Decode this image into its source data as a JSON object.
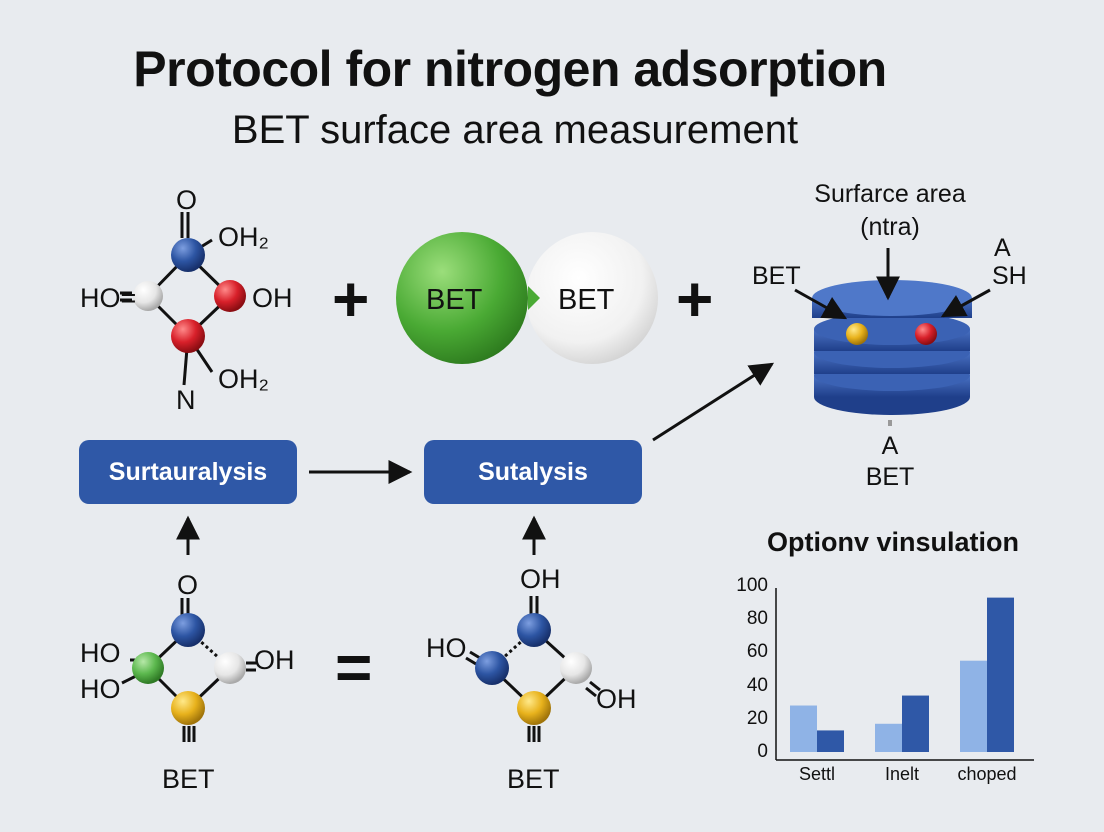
{
  "header": {
    "title": "Protocol for nitrogen adsorption",
    "subtitle": "BET surface area measurement"
  },
  "molecules": {
    "top_left": {
      "o": "O",
      "oh2_top": "OH₂",
      "ho": "HO=",
      "oh": "OH",
      "oh2_bottom": "OH₂",
      "n": "N"
    },
    "bottom_left": {
      "o": "O",
      "ho1": "HO",
      "ho2": "HO",
      "oh": "OH",
      "label": "BET"
    },
    "bottom_right": {
      "oh_top": "OH",
      "ho": "HO",
      "oh": "OH",
      "label": "BET"
    }
  },
  "operators": {
    "plus1": "+",
    "plus2": "+",
    "equals": "="
  },
  "spheres": {
    "green": "BET",
    "white": "BET"
  },
  "process": {
    "box1": "Surtauralysis",
    "box2": "Sutalysis"
  },
  "stack": {
    "title_line1": "Surfarce area",
    "title_line2": "(ntra)",
    "label_left": "BET",
    "label_right_line1": "A",
    "label_right_line2": "SH",
    "label_bottom_line1": "A",
    "label_bottom_line2": "BET"
  },
  "colors": {
    "box_blue": "#2f58a7",
    "atom_blue": "#2d55a3",
    "atom_red": "#d8202a",
    "atom_green": "#5cb84e",
    "atom_yellow": "#e8b21c",
    "bar_light": "#8fb3e6",
    "bar_dark": "#2f58a7"
  },
  "chart_data": {
    "type": "bar",
    "title": "Optionv vinsulation",
    "categories": [
      "Settl",
      "Inelt",
      "choped"
    ],
    "series": [
      {
        "values": [
          28,
          17,
          55
        ]
      },
      {
        "values": [
          13,
          34,
          93
        ]
      }
    ],
    "yticks": [
      "0",
      "20",
      "40",
      "60",
      "80",
      "100"
    ],
    "ylim": [
      0,
      100
    ],
    "grid": false
  }
}
